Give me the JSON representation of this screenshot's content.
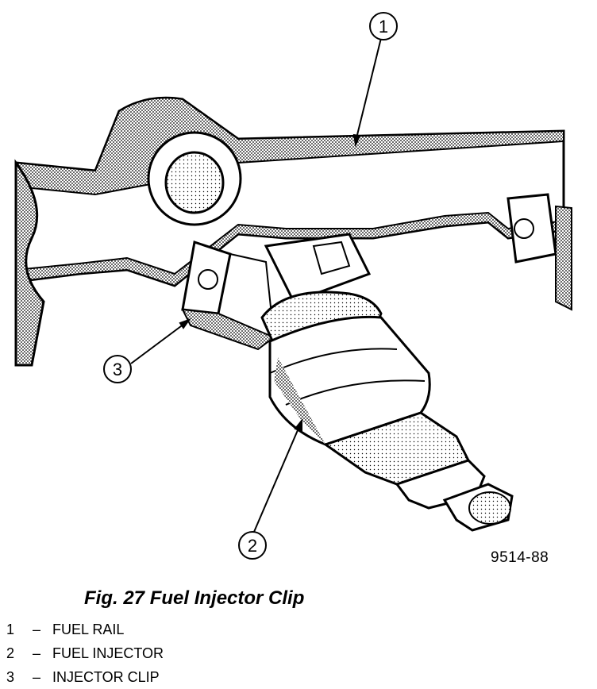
{
  "figure": {
    "code": "9514-88",
    "title": "Fig. 27 Fuel Injector Clip",
    "callouts": [
      {
        "number": "1"
      },
      {
        "number": "2"
      },
      {
        "number": "3"
      }
    ],
    "legend": [
      {
        "number": "1",
        "separator": "–",
        "label": "FUEL RAIL"
      },
      {
        "number": "2",
        "separator": "–",
        "label": "FUEL INJECTOR"
      },
      {
        "number": "3",
        "separator": "–",
        "label": "INJECTOR CLIP"
      }
    ]
  }
}
